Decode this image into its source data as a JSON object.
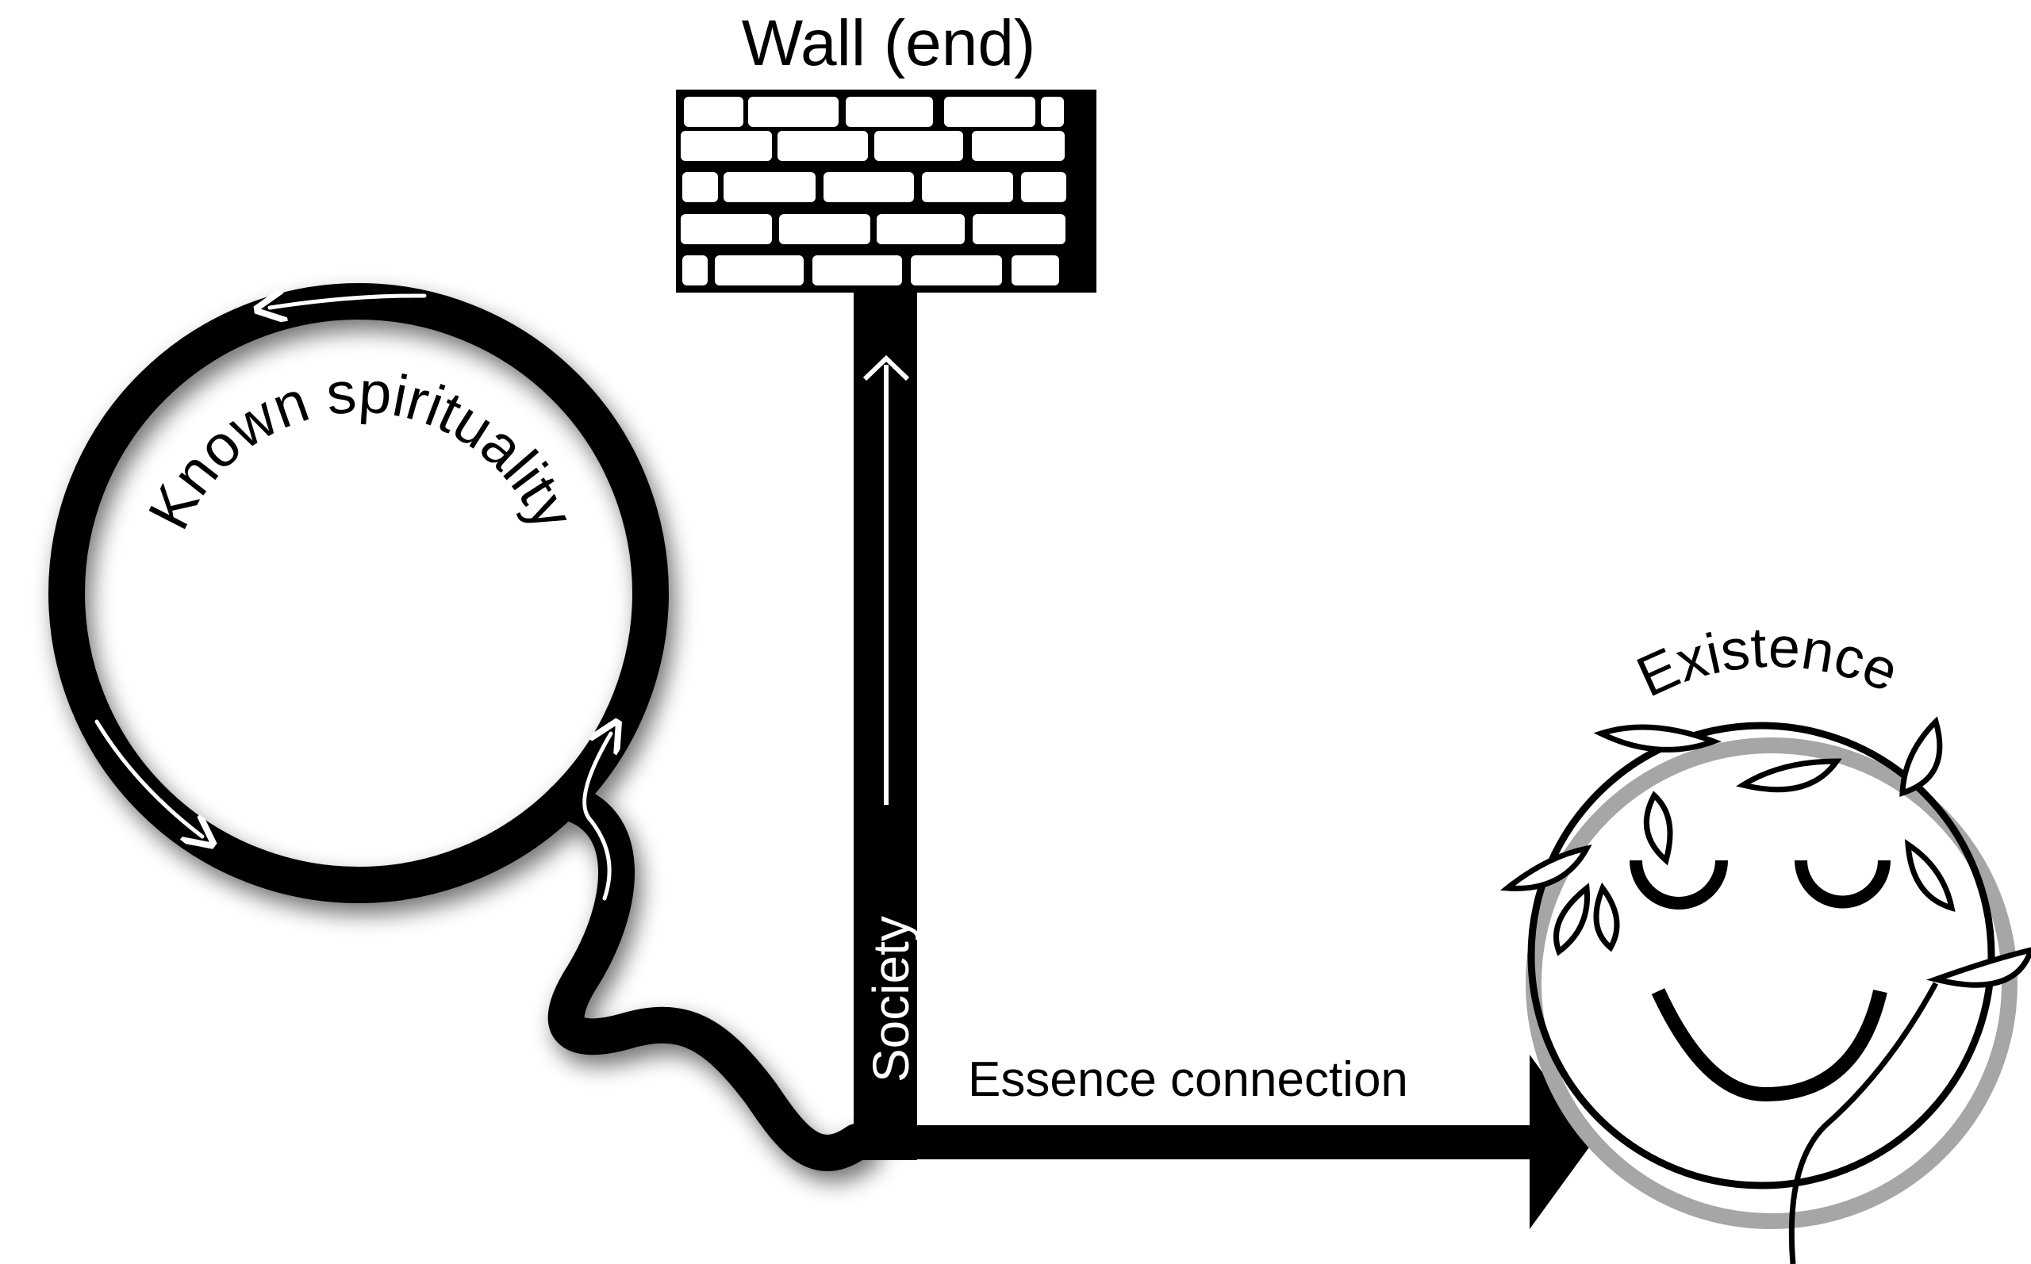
{
  "labels": {
    "wall": "Wall (end)",
    "known_spirituality": "Known spirituality",
    "society": "Society",
    "essence_connection": "Essence connection",
    "existence": "Existence"
  },
  "colors": {
    "ink": "#000000",
    "halo": "#a6a6a6",
    "background": "#ffffff"
  }
}
